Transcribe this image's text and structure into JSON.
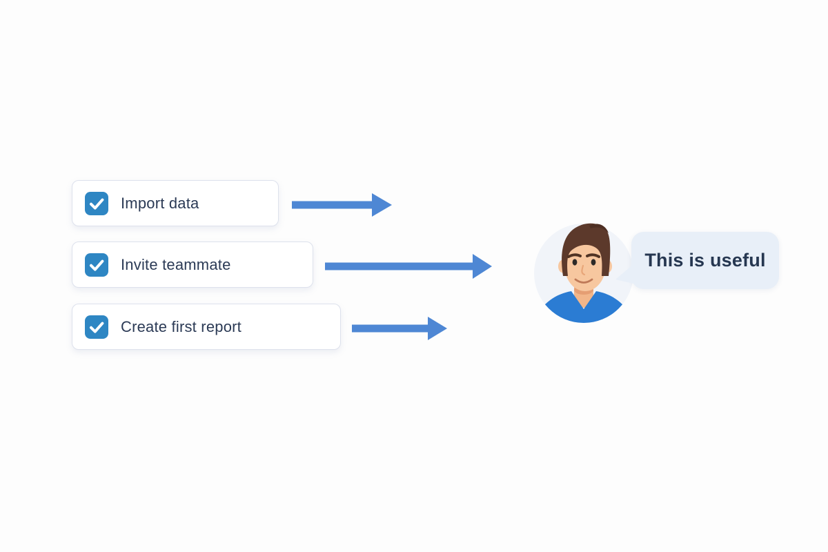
{
  "checklist": {
    "items": [
      {
        "label": "Import data",
        "checked": true
      },
      {
        "label": "Invite teammate",
        "checked": true
      },
      {
        "label": "Create first report",
        "checked": true
      }
    ]
  },
  "callout": {
    "text": "This is useful"
  },
  "icons": {
    "checkbox": "checkmark-icon",
    "arrow": "arrow-right-icon",
    "avatar": "man-avatar-illustration",
    "bubble": "speech-bubble"
  },
  "colors": {
    "background": "#fdfdfd",
    "checkbox_blue": "#2e86c3",
    "arrow_blue": "#4e87d4",
    "card_border": "#dde1ec",
    "label_navy": "#2b3a55",
    "bubble_bg": "#e8eff8",
    "bubble_text": "#263751",
    "avatar_circle_bg": "#f1f4f9",
    "shirt_blue": "#2b7cd3",
    "hair_brown": "#5c392b",
    "skin": "#f7c79f"
  }
}
